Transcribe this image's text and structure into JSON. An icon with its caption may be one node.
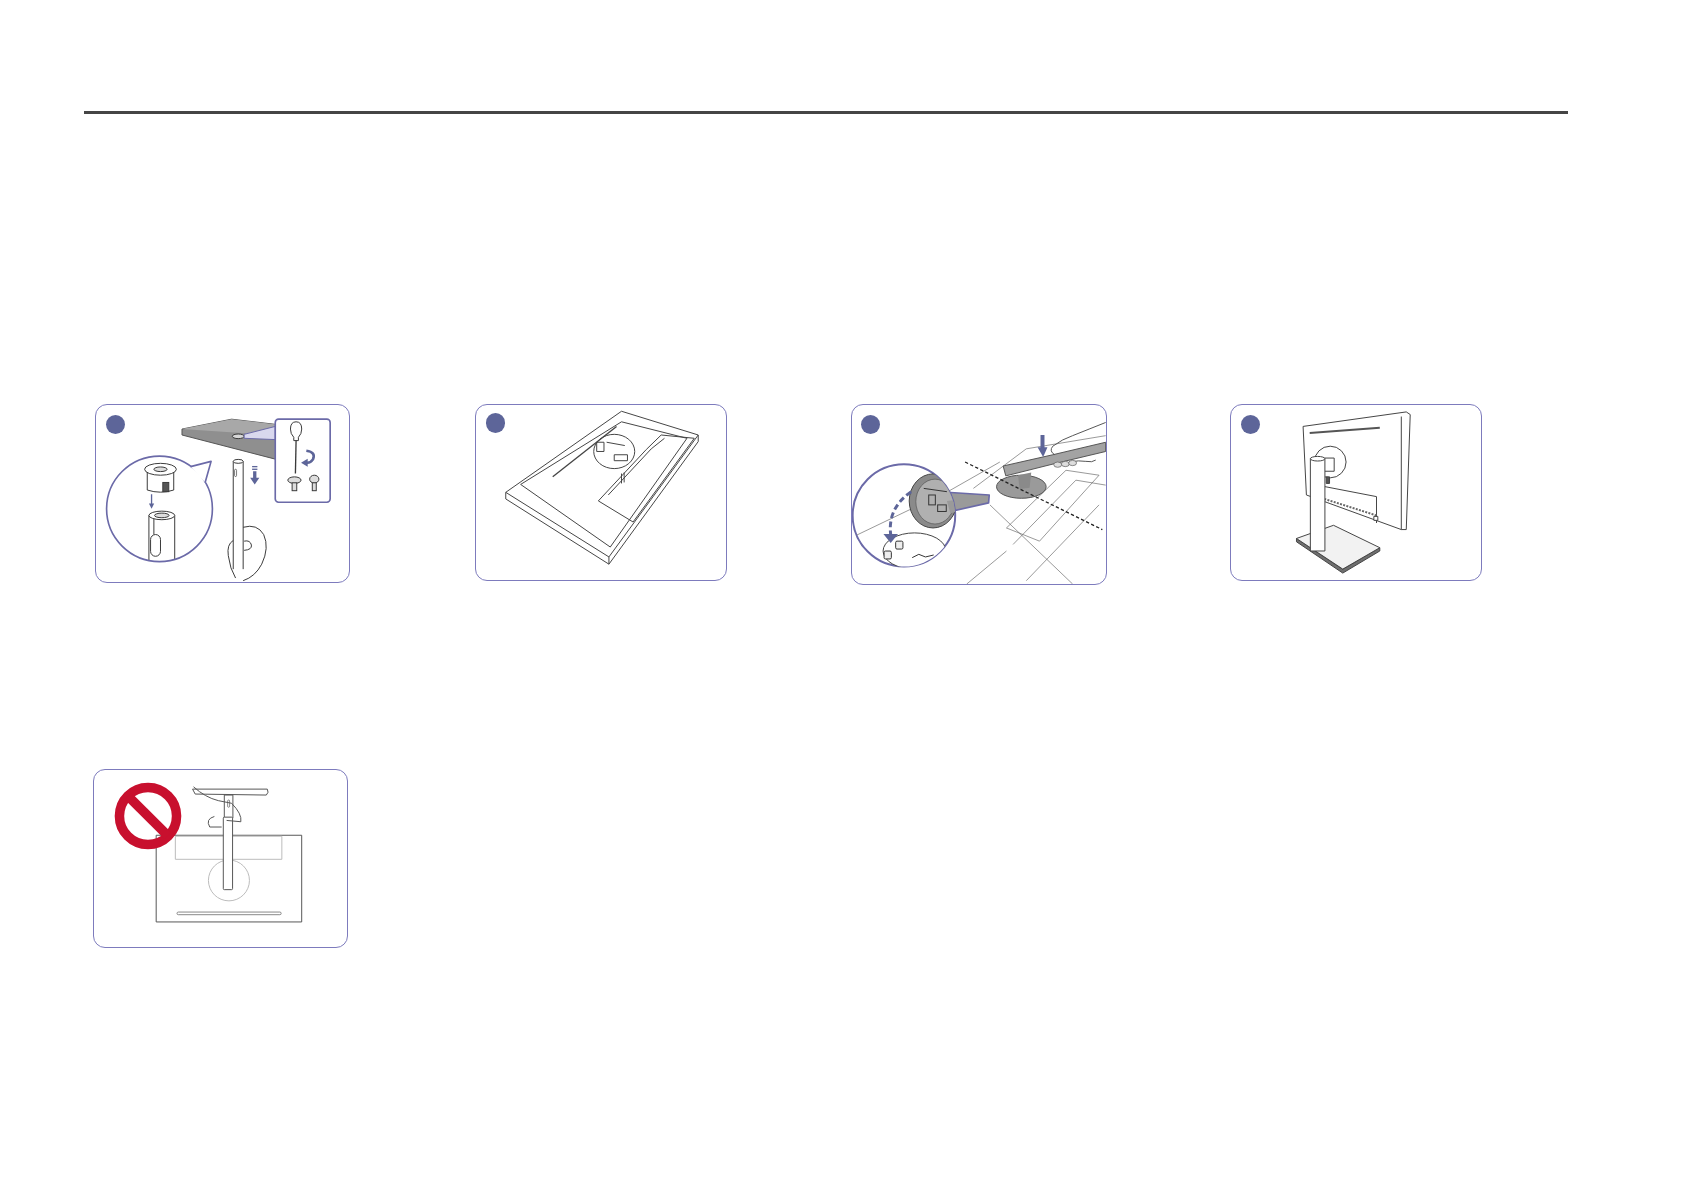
{
  "diagram": {
    "nodes": [
      {
        "text": [],
        "shape": "picture"
      },
      {
        "text": [],
        "shape": "circle",
        "in": 0
      },
      {
        "text": [],
        "shape": "picture"
      },
      {
        "text": [],
        "shape": "circle",
        "in": 2
      },
      {
        "text": [],
        "shape": "picture"
      },
      {
        "text": [],
        "shape": "circle",
        "in": 4
      },
      {
        "text": [],
        "shape": "picture"
      },
      {
        "text": [],
        "shape": "circle",
        "in": 6
      },
      {
        "text": [],
        "shape": "picture"
      }
    ]
  }
}
